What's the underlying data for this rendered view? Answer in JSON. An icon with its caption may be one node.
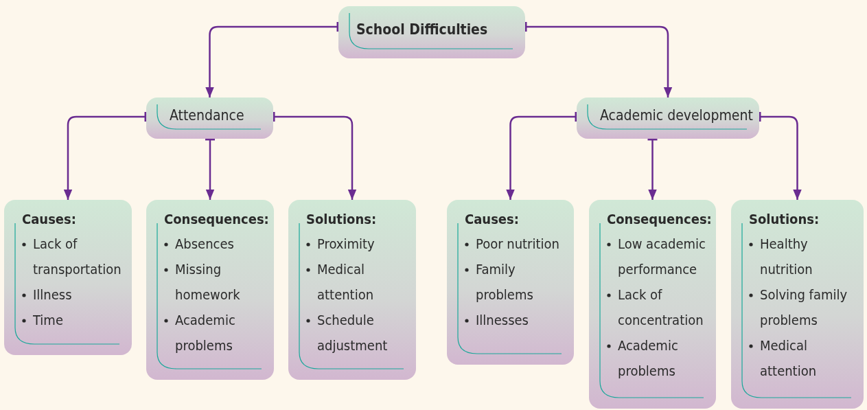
{
  "diagram": {
    "nodes": [
      {
        "text": [
          "School Difficulties"
        ]
      },
      {
        "text": [
          "Attendance"
        ]
      },
      {
        "text": [
          "Academic development"
        ]
      },
      {
        "text": [
          "Causes:",
          "Lack of transportation",
          "Illness",
          "Time"
        ]
      },
      {
        "text": [
          "Consequences:",
          "Absences",
          "Missing homework",
          "Academic problems"
        ]
      },
      {
        "text": [
          "Solutions:",
          "Proximity",
          "Medical attention",
          "Schedule adjustment"
        ]
      },
      {
        "text": [
          "Causes:",
          "Poor nutrition",
          "Family problems",
          "Illnesses"
        ]
      },
      {
        "text": [
          "Consequences:",
          "Low academic performance",
          "Lack of concentration",
          "Academic problems"
        ]
      },
      {
        "text": [
          "Solutions:",
          "Healthy nutrition",
          "Solving family problems",
          "Medical attention"
        ]
      }
    ],
    "edges": [
      {
        "from": 0,
        "to": 1,
        "arrow": "to"
      },
      {
        "from": 0,
        "to": 2,
        "arrow": "to"
      },
      {
        "from": 1,
        "to": 3,
        "arrow": "to"
      },
      {
        "from": 1,
        "to": 4,
        "arrow": "to"
      },
      {
        "from": 1,
        "to": 5,
        "arrow": "to"
      },
      {
        "from": 2,
        "to": 6,
        "arrow": "to"
      },
      {
        "from": 2,
        "to": 7,
        "arrow": "to"
      },
      {
        "from": 2,
        "to": 8,
        "arrow": "to"
      }
    ]
  }
}
